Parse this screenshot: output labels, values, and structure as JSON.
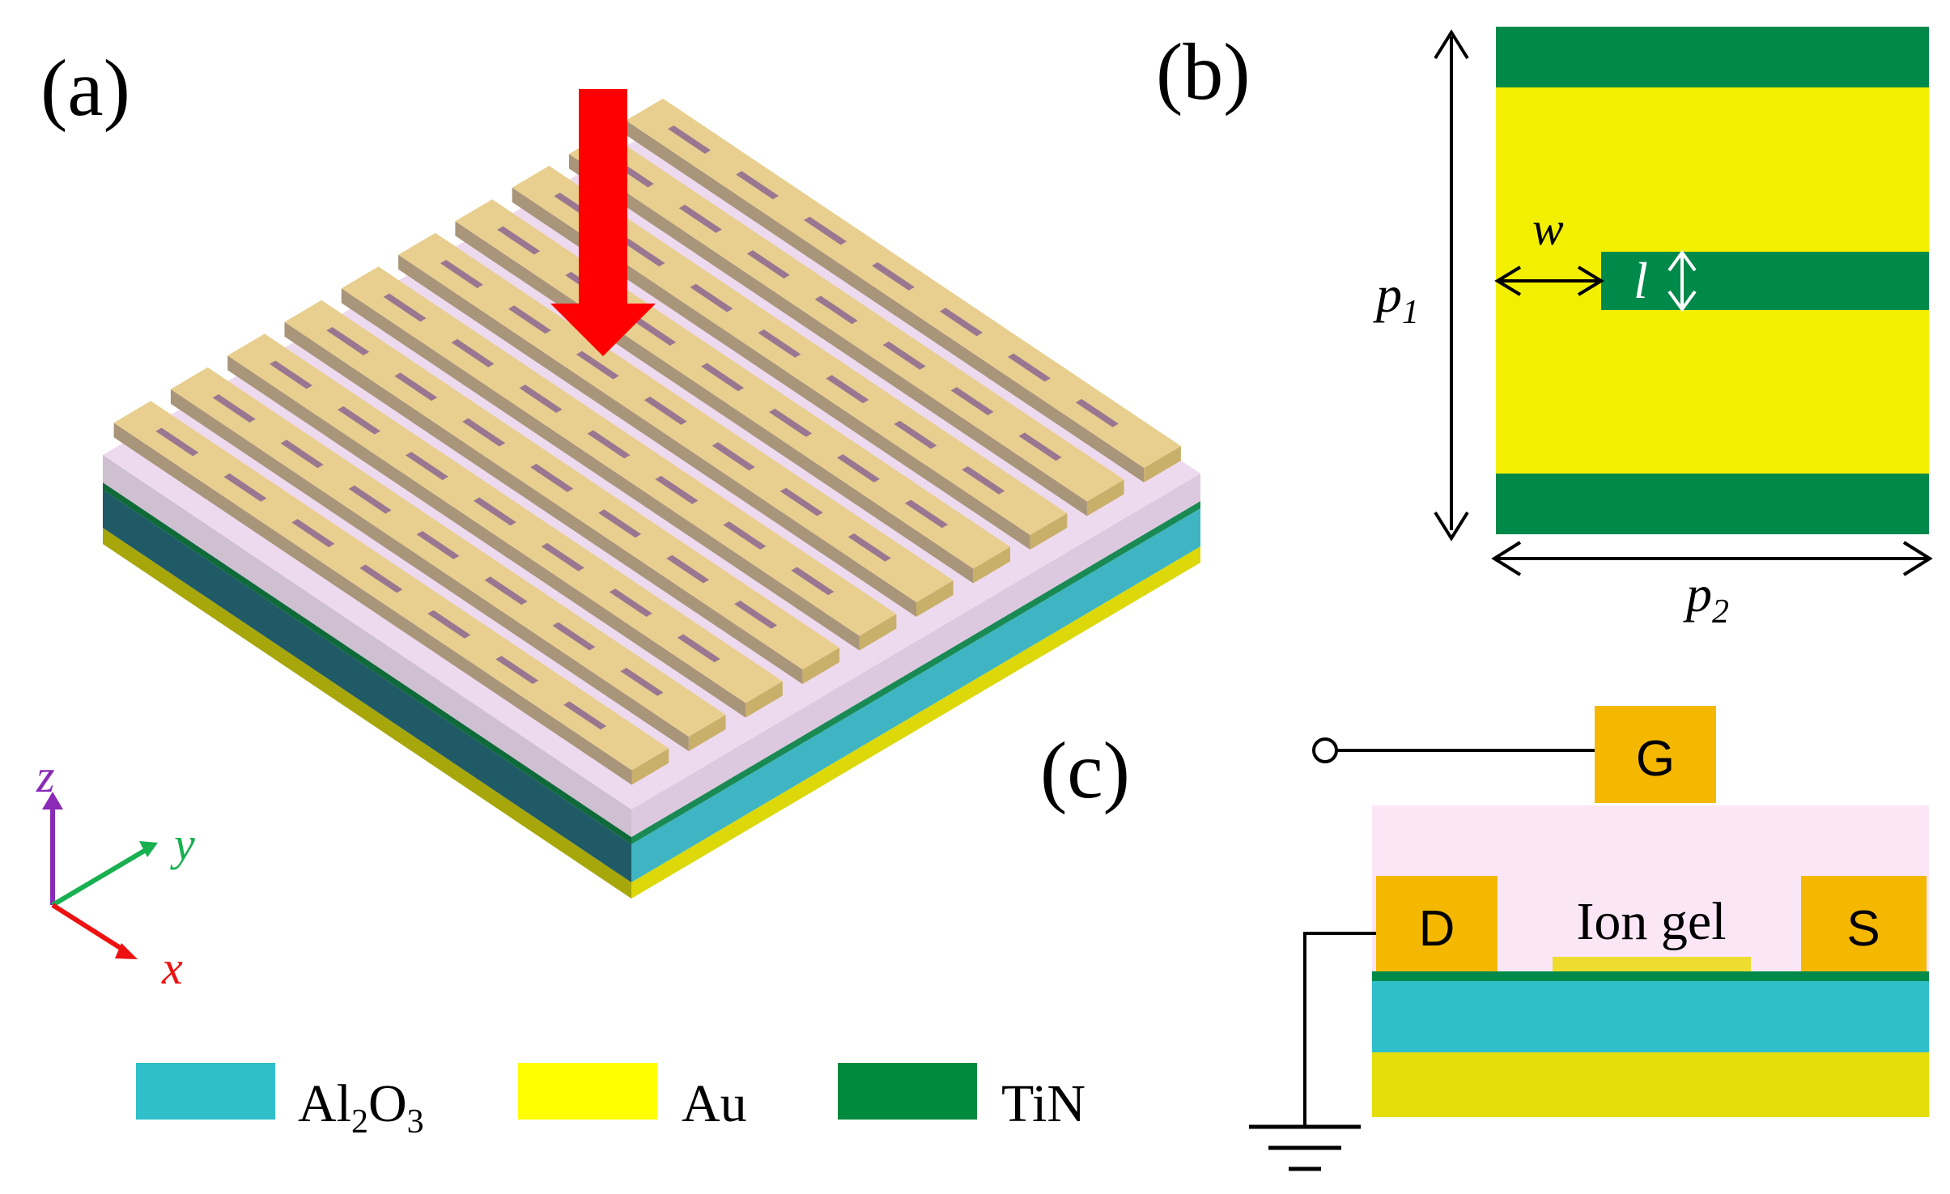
{
  "panels": {
    "a": {
      "label": "(a)",
      "axes": {
        "z": "z",
        "y": "y",
        "x": "x"
      }
    },
    "b": {
      "label": "(b)",
      "dims": {
        "w": "w",
        "l": "l",
        "p1_main": "p",
        "p1_sub": "1",
        "p2_main": "p",
        "p2_sub": "2"
      }
    },
    "c": {
      "label": "(c)",
      "electrodes": {
        "gate": "G",
        "drain": "D",
        "source": "S"
      },
      "gel_label": "Ion gel"
    }
  },
  "legend": [
    {
      "id": "al2o3",
      "text_parts": [
        "Al",
        "2",
        "O",
        "3"
      ],
      "color": "#2ebfca"
    },
    {
      "id": "au",
      "text": "Au",
      "color": "#ffff00"
    },
    {
      "id": "tin",
      "text": "TiN",
      "color": "#008a3e"
    }
  ],
  "colors": {
    "gold": "#e8cf8f",
    "slot": "#9a7790",
    "gel": "#f3dcef",
    "tin": "#008a4a",
    "al2o3": "#2ebfca",
    "au": "#e5de0b",
    "yellow": "#f2ef00",
    "electrode": "#f5b800",
    "arrow": "#ff0000",
    "axis_x": "#ee1111",
    "axis_y": "#18b050",
    "axis_z": "#8a2ab6"
  }
}
